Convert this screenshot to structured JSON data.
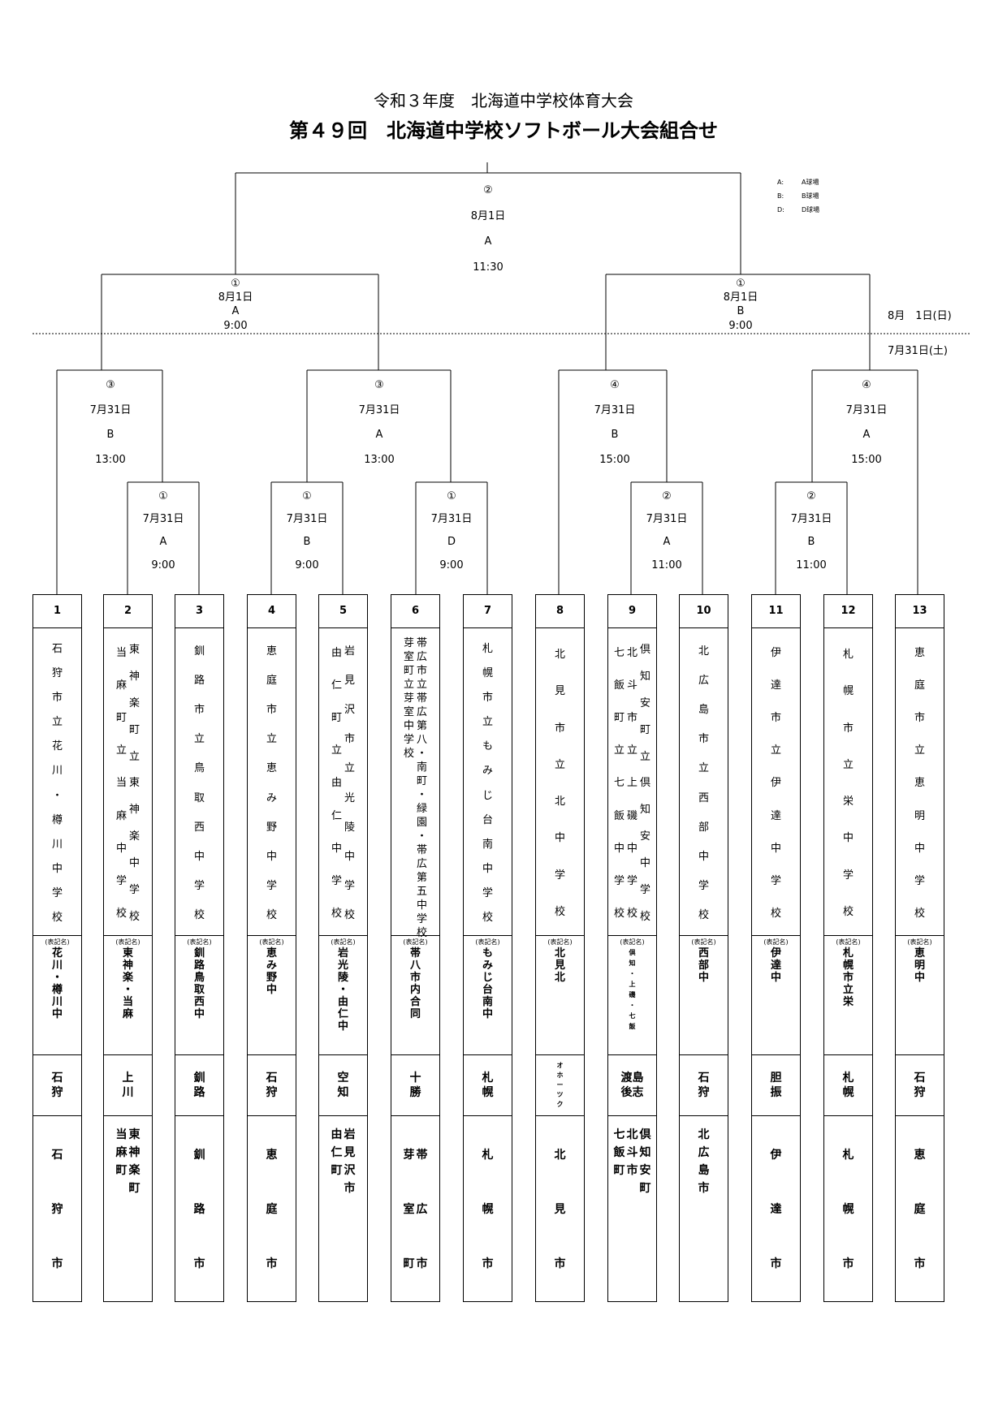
{
  "header": {
    "subtitle": "令和３年度　北海道中学校体育大会",
    "title": "第４９回　北海道中学校ソフトボール大会組合せ"
  },
  "legend": {
    "items": [
      {
        "key": "A:",
        "value": "A球場"
      },
      {
        "key": "B:",
        "value": "B球場"
      },
      {
        "key": "D:",
        "value": "D球場"
      }
    ]
  },
  "date_captions": {
    "day2": "8月　1日(日)",
    "day1": "7月31日(土)"
  },
  "matches": {
    "final": {
      "no": "②",
      "date": "8月1日",
      "field": "A",
      "time": "11:30"
    },
    "semi_l": {
      "no": "①",
      "date": "8月1日",
      "field": "A",
      "time": "9:00"
    },
    "semi_r": {
      "no": "①",
      "date": "8月1日",
      "field": "B",
      "time": "9:00"
    },
    "qf1": {
      "no": "③",
      "date": "7月31日",
      "field": "B",
      "time": "13:00"
    },
    "qf2": {
      "no": "③",
      "date": "7月31日",
      "field": "A",
      "time": "13:00"
    },
    "qf3": {
      "no": "④",
      "date": "7月31日",
      "field": "B",
      "time": "15:00"
    },
    "qf4": {
      "no": "④",
      "date": "7月31日",
      "field": "A",
      "time": "15:00"
    },
    "r1_23": {
      "no": "①",
      "date": "7月31日",
      "field": "A",
      "time": "9:00"
    },
    "r1_45": {
      "no": "①",
      "date": "7月31日",
      "field": "B",
      "time": "9:00"
    },
    "r1_67": {
      "no": "①",
      "date": "7月31日",
      "field": "D",
      "time": "9:00"
    },
    "r1_910": {
      "no": "②",
      "date": "7月31日",
      "field": "A",
      "time": "11:00"
    },
    "r1_1112": {
      "no": "②",
      "date": "7月31日",
      "field": "B",
      "time": "11:00"
    }
  },
  "teams": [
    {
      "no": "1",
      "school": [
        "石狩市立花川・樽川中学校"
      ],
      "abbrev_label": "(表記名)",
      "abbrev": "花川・樽川中",
      "region": "石狩",
      "city": [
        "石狩市"
      ]
    },
    {
      "no": "2",
      "school": [
        "東神楽町立東神楽中学校",
        "当麻町立当麻中学校"
      ],
      "abbrev_label": "(表記名)",
      "abbrev": "東神楽・当麻",
      "region": "上川",
      "city": [
        "東神楽町",
        "当麻町"
      ]
    },
    {
      "no": "3",
      "school": [
        "釧路市立鳥取西中学校"
      ],
      "abbrev_label": "(表記名)",
      "abbrev": "釧路鳥取西中",
      "region": "釧路",
      "city": [
        "釧路市"
      ]
    },
    {
      "no": "4",
      "school": [
        "恵庭市立恵み野中学校"
      ],
      "abbrev_label": "(表記名)",
      "abbrev": "恵み野中",
      "region": "石狩",
      "city": [
        "恵庭市"
      ]
    },
    {
      "no": "5",
      "school": [
        "岩見沢市立光陵中学校",
        "由仁町立由仁中学校"
      ],
      "abbrev_label": "(表記名)",
      "abbrev": "岩光陵・由仁中",
      "region": "空知",
      "city": [
        "岩見沢市",
        "由仁町"
      ]
    },
    {
      "no": "6",
      "school": [
        "帯広市立帯広第八・南町・緑園・帯広第五中学校",
        "芽室町立芽室中学校"
      ],
      "abbrev_label": "(表記名)",
      "abbrev": "帯八市内合同",
      "region": "十勝",
      "city": [
        "帯広市",
        "芽室町"
      ]
    },
    {
      "no": "7",
      "school": [
        "札幌市立もみじ台南中学校"
      ],
      "abbrev_label": "(表記名)",
      "abbrev": "もみじ台南中",
      "region": "札幌",
      "city": [
        "札幌市"
      ]
    },
    {
      "no": "8",
      "school": [
        "北見市立北中学校"
      ],
      "abbrev_label": "(表記名)",
      "abbrev": "北見北",
      "region": "オホーツク",
      "city": [
        "北見市"
      ]
    },
    {
      "no": "9",
      "school": [
        "倶知安町立倶知安中学校",
        "北斗市立上磯中学校",
        "七飯町立七飯中学校"
      ],
      "abbrev_label": "(表記名)",
      "abbrev": "倶知・上磯・七飯",
      "region": "渡島後志",
      "city": [
        "倶知安町",
        "北斗市",
        "七飯町"
      ]
    },
    {
      "no": "10",
      "school": [
        "北広島市立西部中学校"
      ],
      "abbrev_label": "(表記名)",
      "abbrev": "西部中",
      "region": "石狩",
      "city": [
        "北広島市"
      ]
    },
    {
      "no": "11",
      "school": [
        "伊達市立伊達中学校"
      ],
      "abbrev_label": "(表記名)",
      "abbrev": "伊達中",
      "region": "胆振",
      "city": [
        "伊達市"
      ]
    },
    {
      "no": "12",
      "school": [
        "札幌市立栄中学校"
      ],
      "abbrev_label": "(表記名)",
      "abbrev": "札幌市立栄",
      "region": "札幌",
      "city": [
        "札幌市"
      ]
    },
    {
      "no": "13",
      "school": [
        "恵庭市立恵明中学校"
      ],
      "abbrev_label": "(表記名)",
      "abbrev": "恵明中",
      "region": "石狩",
      "city": [
        "恵庭市"
      ]
    }
  ]
}
